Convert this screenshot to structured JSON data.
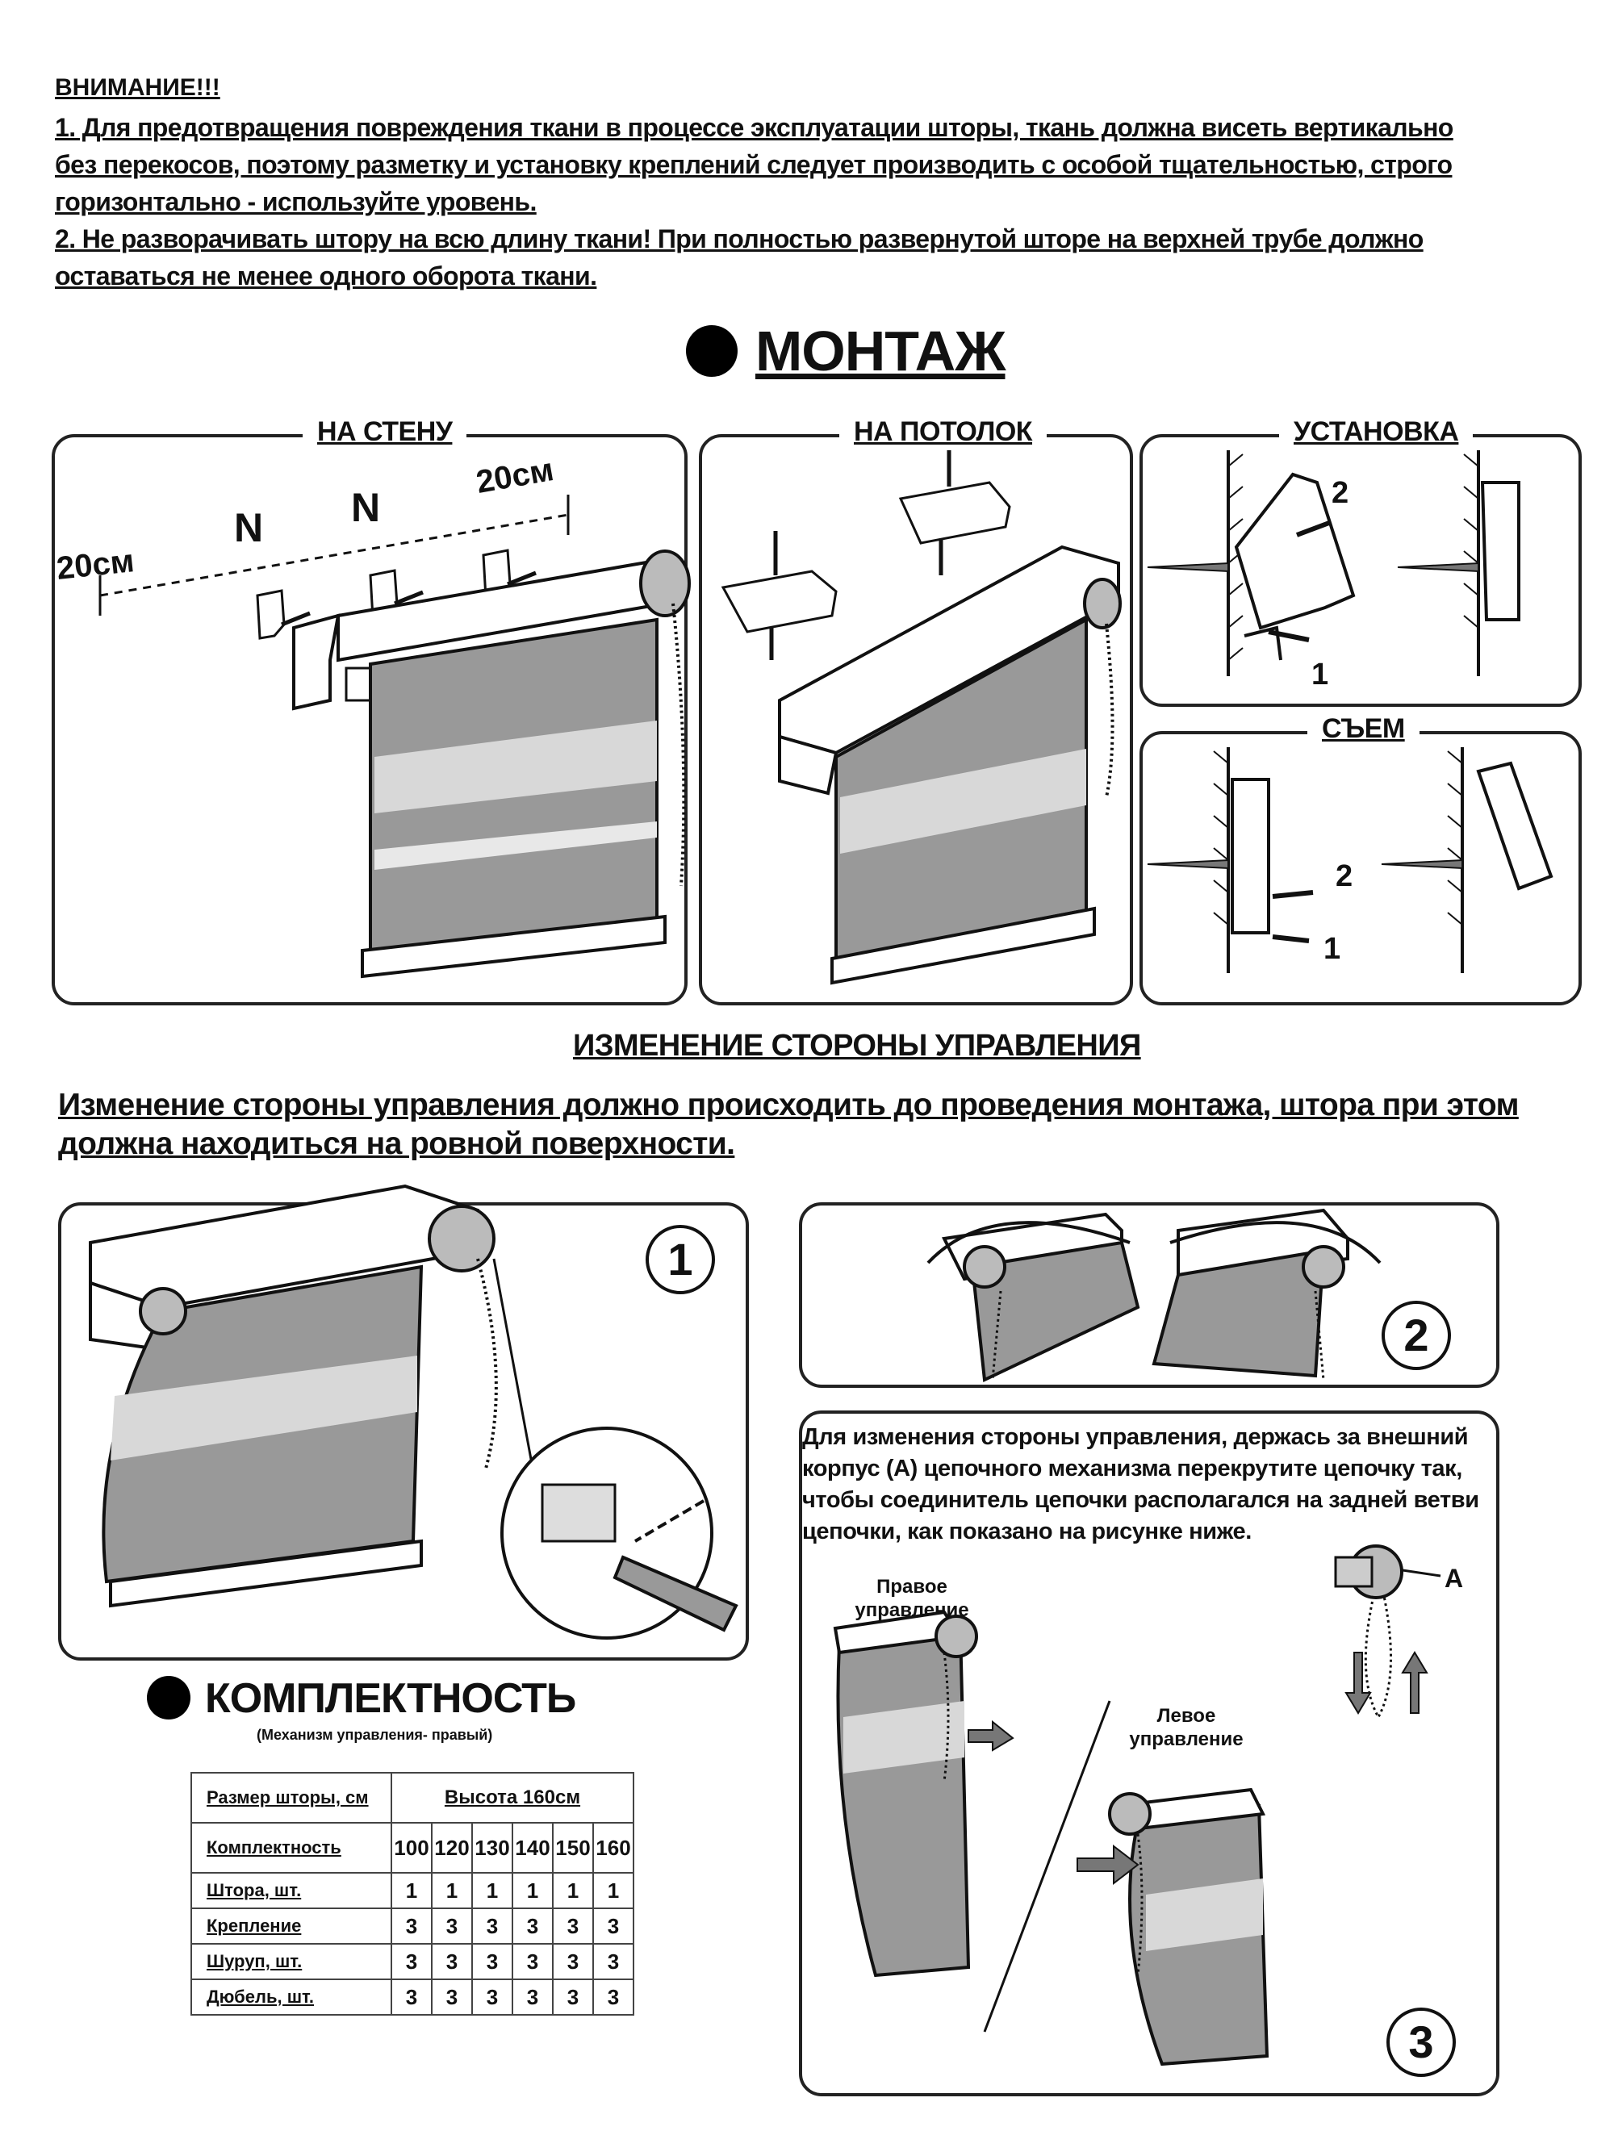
{
  "warning": {
    "title": "ВНИМАНИЕ!!!",
    "lines": [
      "1. Для предотвращения повреждения ткани в процессе эксплуатации шторы, ткань должна висеть вертикально",
      "без перекосов, поэтому разметку и установку креплений следует производить с особой тщательностью, строго",
      "горизонтально - используйте уровень.",
      "2. Не разворачивать штору на всю длину ткани! При полностью развернутой шторе на верхней трубе должно",
      "оставаться не менее одного оборота ткани."
    ]
  },
  "mounting": {
    "title": "МОНТАЖ",
    "wall": {
      "label": "НА СТЕНУ",
      "dim_left": "20см",
      "dim_right": "20см",
      "n1": "N",
      "n2": "N"
    },
    "ceiling": {
      "label": "НА ПОТОЛОК"
    },
    "install": {
      "label": "УСТАНОВКА",
      "step1": "1",
      "step2": "2"
    },
    "remove": {
      "label": "СЪЕМ",
      "step1": "1",
      "step2": "2"
    }
  },
  "control_change": {
    "title": "ИЗМЕНЕНИЕ СТОРОНЫ УПРАВЛЕНИЯ",
    "note_lines": [
      "Изменение стороны управления должно происходить до проведения монтажа, штора при этом",
      "должна находиться на ровной поверхности."
    ],
    "step1": "1",
    "step2": "2",
    "step3": "3",
    "instruction_lines": [
      "Для изменения стороны управления, держась за внешний",
      "корпус (А) цепочного механизма перекрутите цепочку так,",
      "чтобы соединитель цепочки располагался на задней ветви",
      "цепочки, как показано на рисунке ниже."
    ],
    "label_a": "A",
    "right_control": [
      "Правое",
      "управление"
    ],
    "left_control": [
      "Левое",
      "управление"
    ]
  },
  "kit": {
    "title": "КОМПЛЕКТНОСТЬ",
    "subtitle": "(Механизм управления- правый)",
    "size_label": "Размер шторы, см",
    "height_label": "Высота 160см",
    "kit_label": "Комплектность",
    "widths": [
      "100",
      "120",
      "130",
      "140",
      "150",
      "160"
    ],
    "rows": [
      {
        "label": "Штора, шт.",
        "values": [
          "1",
          "1",
          "1",
          "1",
          "1",
          "1"
        ]
      },
      {
        "label": "Крепление",
        "values": [
          "3",
          "3",
          "3",
          "3",
          "3",
          "3"
        ]
      },
      {
        "label": "Шуруп, шт.",
        "values": [
          "3",
          "3",
          "3",
          "3",
          "3",
          "3"
        ]
      },
      {
        "label": "Дюбель, шт.",
        "values": [
          "3",
          "3",
          "3",
          "3",
          "3",
          "3"
        ]
      }
    ]
  }
}
